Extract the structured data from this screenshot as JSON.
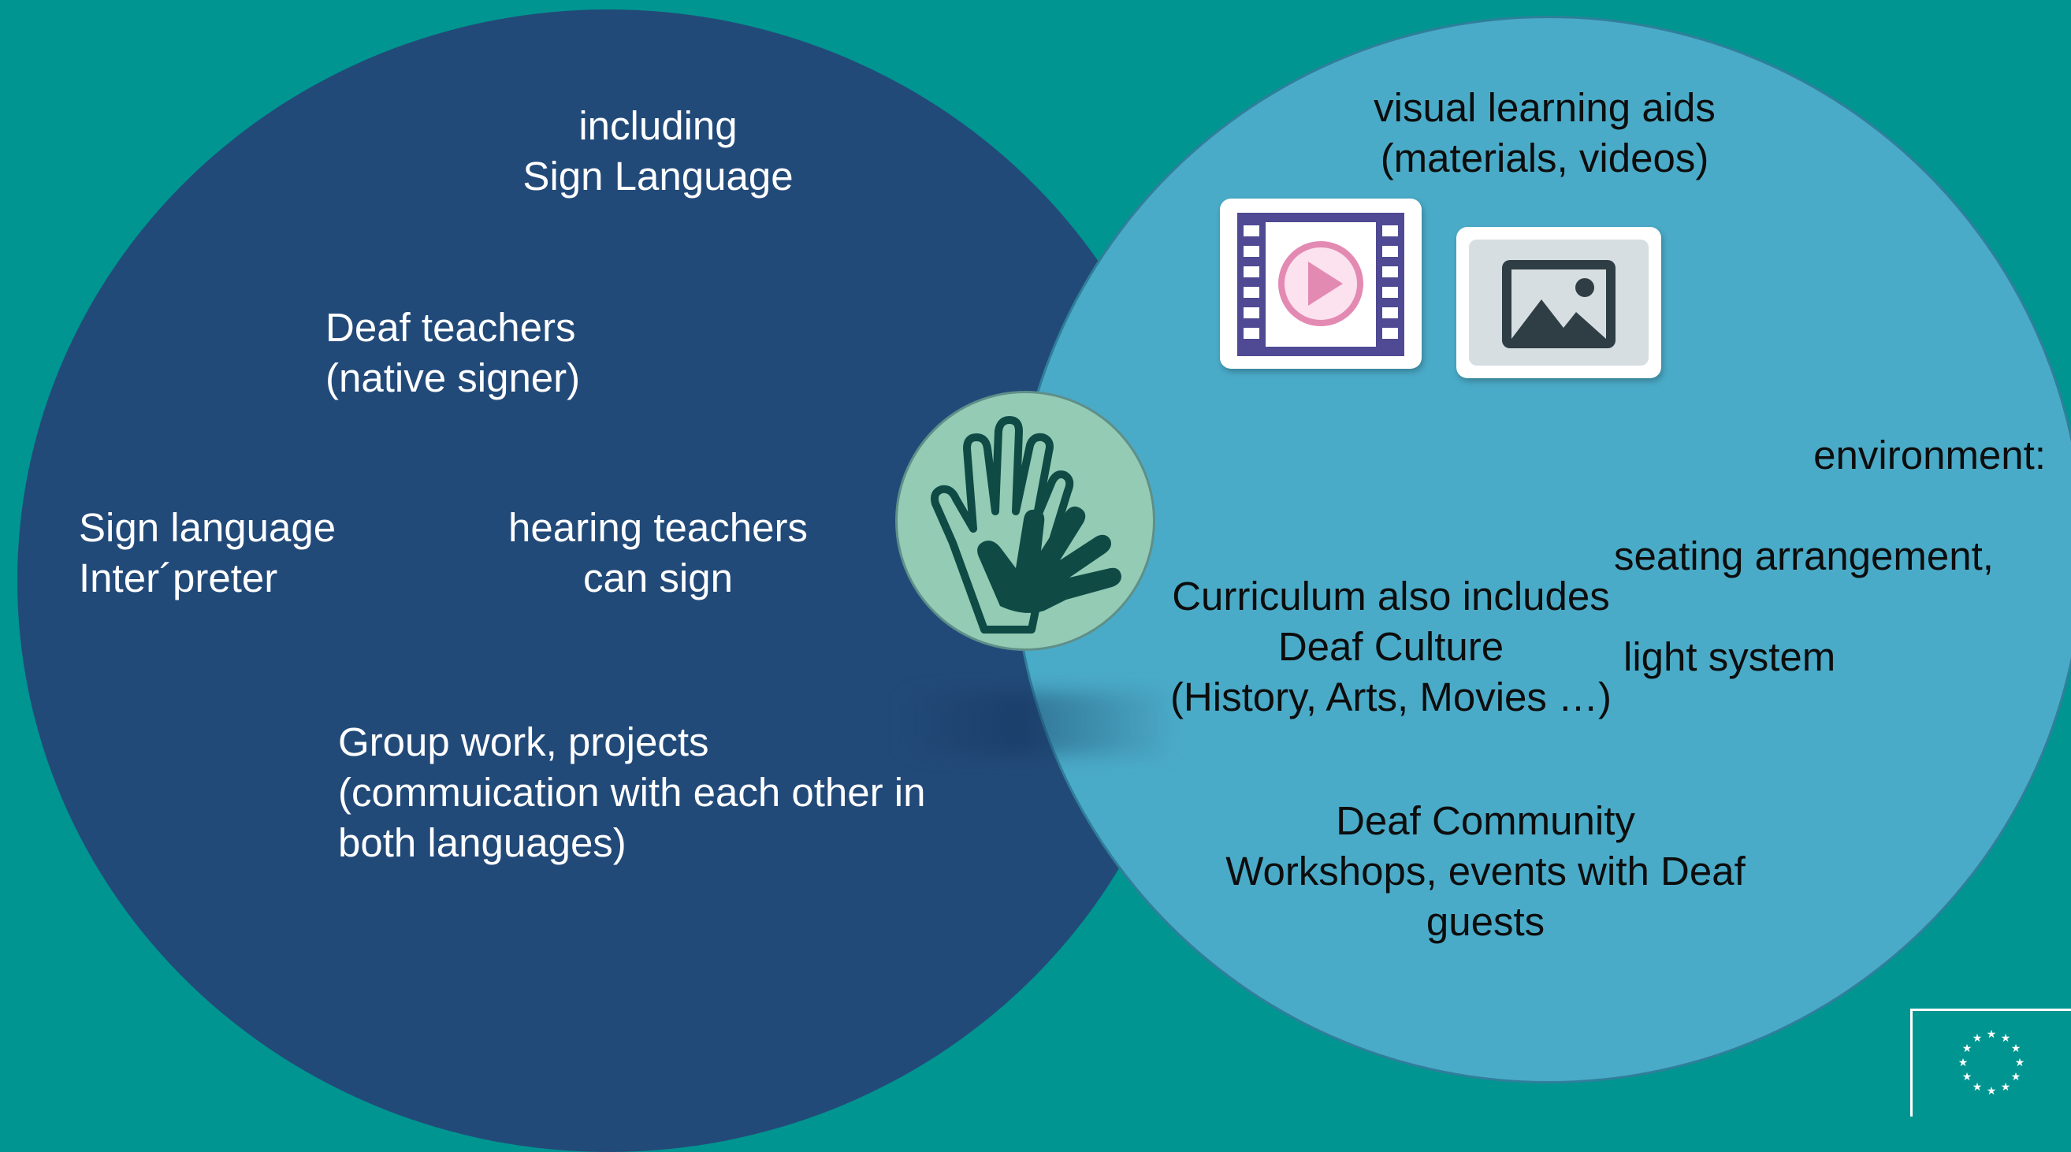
{
  "colors": {
    "background": "#009590",
    "left_circle": "#224a79",
    "right_circle": "#4aabc8",
    "hand_badge": "#93cbb5",
    "hand_dark": "#0f4a45"
  },
  "left_circle": {
    "including_sign_language": "including\nSign Language",
    "deaf_teachers": "Deaf teachers\n(native signer)",
    "sign_language_interpreter": "Sign language\nInter´preter",
    "hearing_teachers": "hearing teachers\ncan sign",
    "group_work": "Group work, projects\n(commuication with each other in\nboth languages)"
  },
  "right_circle": {
    "visual_learning_aids": "visual learning aids\n(materials, videos)",
    "environment": "environment:\nseating arrangement,\nlight system",
    "curriculum": "Curriculum also includes\nDeaf Culture\n(History, Arts, Movies …)",
    "deaf_community": "Deaf Community\nWorkshops, events with Deaf\nguests"
  },
  "icons": {
    "center": "signing-hands-icon",
    "video": "video-icon",
    "image": "image-icon",
    "flag": "eu-flag-icon"
  }
}
